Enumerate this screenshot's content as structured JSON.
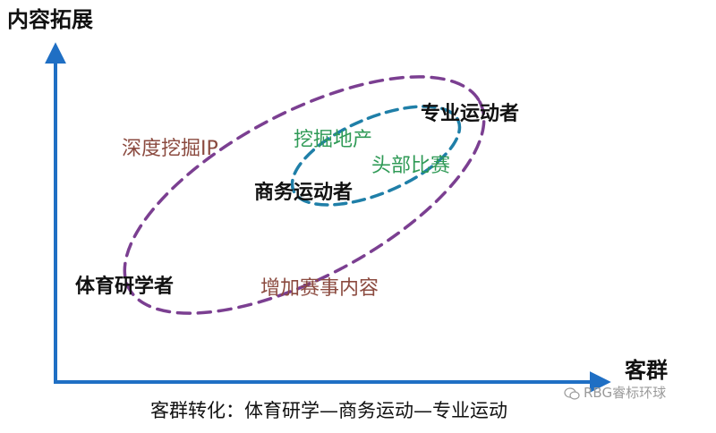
{
  "axes": {
    "y_label": "内容拓展",
    "x_label": "客群"
  },
  "nodes": {
    "professional": "专业运动者",
    "business": "商务运动者",
    "researcher": "体育研学者"
  },
  "annotations": {
    "deep_ip": "深度挖掘IP",
    "add_events": "增加赛事内容",
    "dig_estate": "挖掘地产",
    "top_events": "头部比赛"
  },
  "caption": "客群转化：体育研学—商务运动—专业运动",
  "watermark": "RBG睿标环球",
  "colors": {
    "axis": "#1f6fc4",
    "outer_ellipse": "#7b3f91",
    "inner_ellipse": "#1f7fa8",
    "brown_text": "#8b4a3f",
    "green_text": "#2f9a56"
  }
}
